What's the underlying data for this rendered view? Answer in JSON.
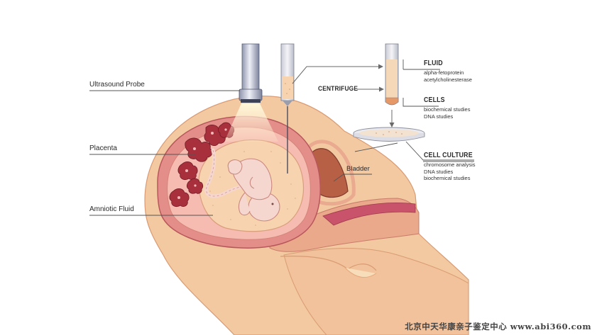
{
  "labels": {
    "ultrasound_probe": "Ultrasound Probe",
    "placenta": "Placenta",
    "amniotic_fluid": "Amniotic Fluid",
    "bladder": "Bladder",
    "centrifuge": "CENTRIFUGE"
  },
  "fluid": {
    "heading": "FLUID",
    "items": [
      "alpha-fetoprotein",
      "acetylcholinesterase"
    ]
  },
  "cells": {
    "heading": "CELLS",
    "items": [
      "biochemical studies",
      "DNA studies"
    ]
  },
  "cell_culture": {
    "heading": "CELL CULTURE",
    "items": [
      "chromosome analysis",
      "DNA studies",
      "biochemical studies"
    ]
  },
  "watermark": "北京中天华康亲子鉴定中心 www.abi360.com",
  "colors": {
    "skin": "#f3c9a2",
    "skin_shadow": "#e9b088",
    "uterus_wall": "#e48e8a",
    "uterus_inner": "#f6bcb1",
    "amniotic": "#f7d3b0",
    "placenta": "#a8303d",
    "fetus": "#f6d7d0",
    "label_line": "#555555"
  }
}
